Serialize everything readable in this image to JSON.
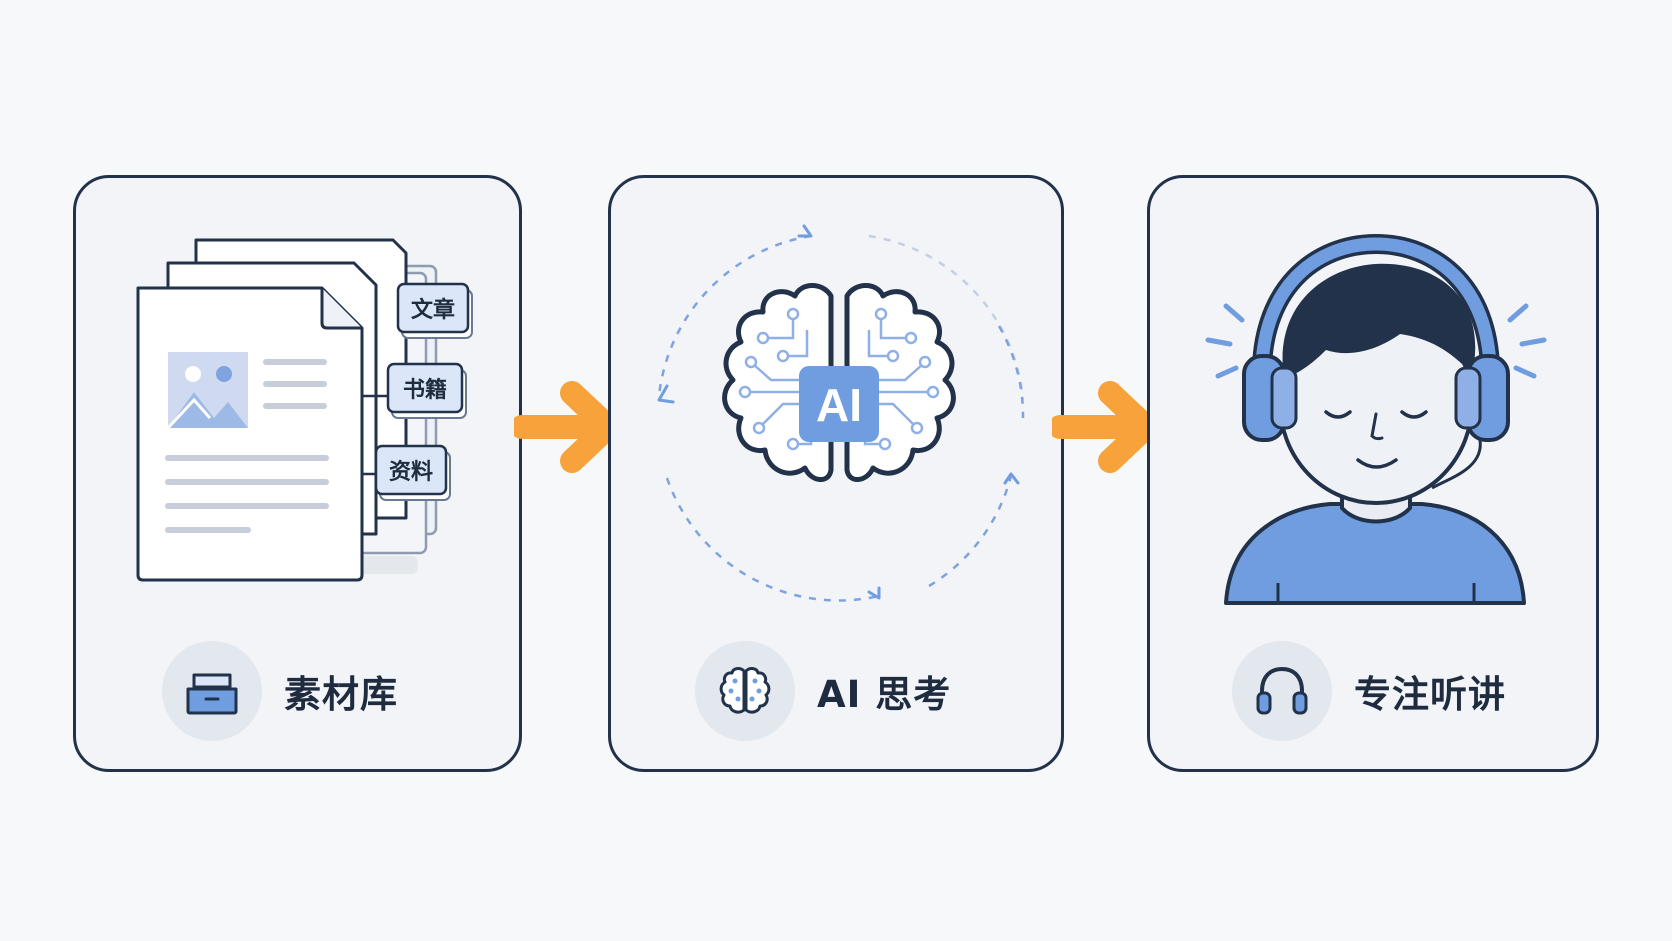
{
  "steps": [
    {
      "label": "素材库",
      "icon": "inbox-tray-icon",
      "tags": [
        "文章",
        "书籍",
        "资料"
      ]
    },
    {
      "label": "AI 思考",
      "icon": "brain-icon",
      "chip_text": "AI"
    },
    {
      "label": "专注听讲",
      "icon": "headphones-icon"
    }
  ],
  "colors": {
    "accent_blue": "#6f9de0",
    "line_dark": "#22324a",
    "arrow_orange": "#f7a23a",
    "panel_bg": "#f2f4f8",
    "page_bg": "#f7f8fa"
  }
}
